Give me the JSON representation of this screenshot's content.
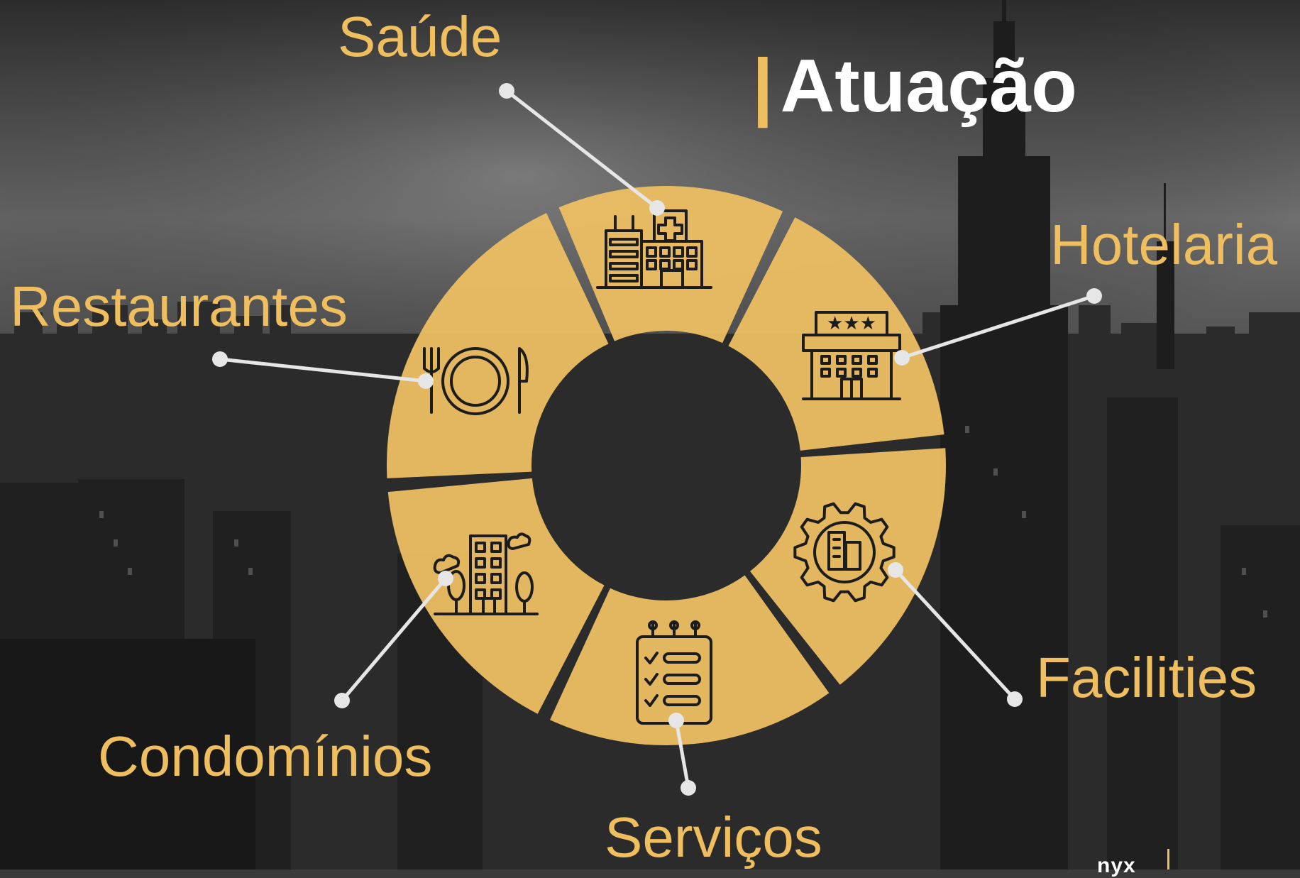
{
  "title": {
    "bar": "|",
    "text": "Atuação"
  },
  "brand": "nyx",
  "colors": {
    "accent": "#efbe5e",
    "segment": "#ecbf63",
    "icon": "#1c1c1c",
    "connector": "#e6e6e6"
  },
  "sectors": [
    {
      "label": "Saúde",
      "icon": "hospital-icon"
    },
    {
      "label": "Hotelaria",
      "icon": "hotel-icon"
    },
    {
      "label": "Facilities",
      "icon": "gear-building-icon"
    },
    {
      "label": "Serviços",
      "icon": "checklist-icon"
    },
    {
      "label": "Condomínios",
      "icon": "apartment-building-icon"
    },
    {
      "label": "Restaurantes",
      "icon": "plate-cutlery-icon"
    }
  ]
}
